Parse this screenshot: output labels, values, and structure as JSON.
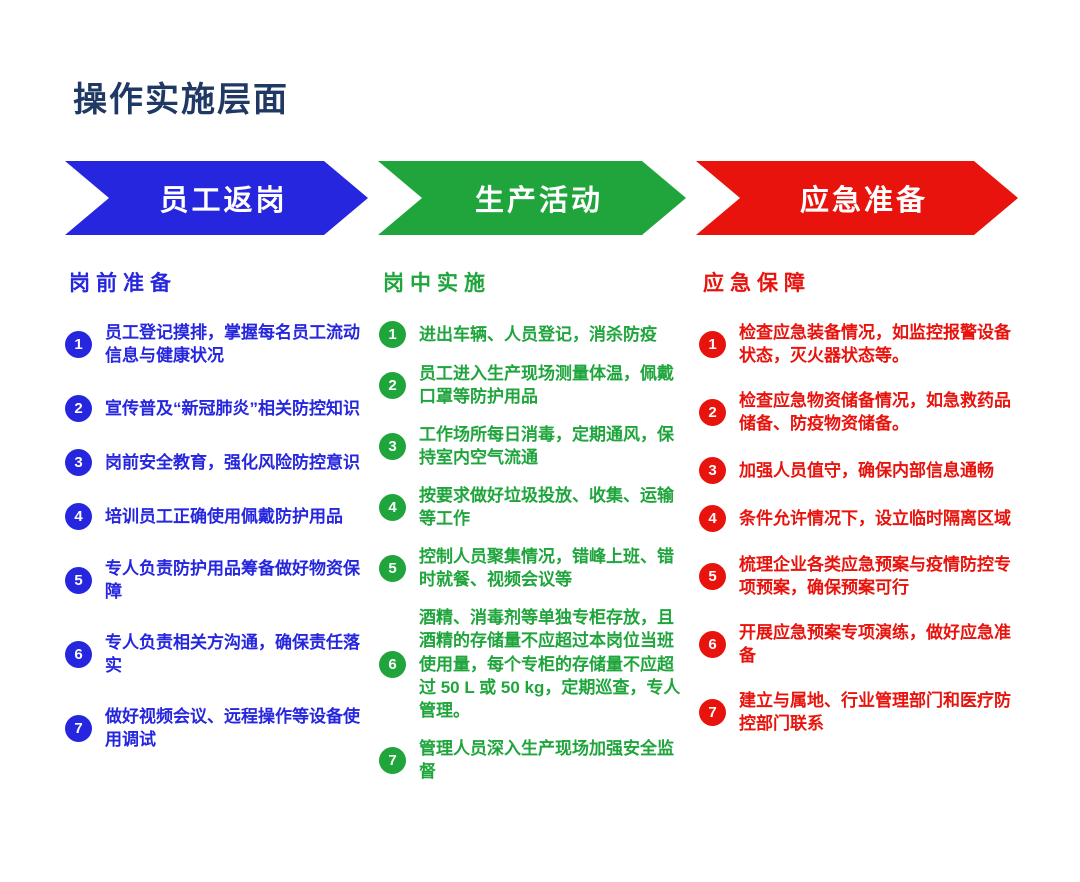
{
  "title": "操作实施层面",
  "colors": {
    "navy": "#1f3864",
    "blue": "#2626df",
    "green": "#1fa53c",
    "red": "#e8130c"
  },
  "arrows": [
    {
      "label": "员工返岗",
      "color": "#2626df"
    },
    {
      "label": "生产活动",
      "color": "#1fa53c"
    },
    {
      "label": "应急准备",
      "color": "#e8130c"
    }
  ],
  "columns": [
    {
      "header": "岗前准备",
      "color": "#2626df",
      "items": [
        {
          "num": "1",
          "text": "员工登记摸排，掌握每名员工流动信息与健康状况"
        },
        {
          "num": "2",
          "text": "宣传普及“新冠肺炎”相关防控知识"
        },
        {
          "num": "3",
          "text": "岗前安全教育，强化风险防控意识"
        },
        {
          "num": "4",
          "text": "培训员工正确使用佩戴防护用品"
        },
        {
          "num": "5",
          "text": "专人负责防护用品筹备做好物资保障"
        },
        {
          "num": "6",
          "text": "专人负责相关方沟通，确保责任落实"
        },
        {
          "num": "7",
          "text": "做好视频会议、远程操作等设备使用调试"
        }
      ]
    },
    {
      "header": "岗中实施",
      "color": "#1fa53c",
      "items": [
        {
          "num": "1",
          "text": "进出车辆、人员登记，消杀防疫"
        },
        {
          "num": "2",
          "text": "员工进入生产现场测量体温，佩戴口罩等防护用品"
        },
        {
          "num": "3",
          "text": "工作场所每日消毒，定期通风，保持室内空气流通"
        },
        {
          "num": "4",
          "text": "按要求做好垃圾投放、收集、运输等工作"
        },
        {
          "num": "5",
          "text": "控制人员聚集情况，错峰上班、错时就餐、视频会议等"
        },
        {
          "num": "6",
          "text": "酒精、消毒剂等单独专柜存放，且酒精的存储量不应超过本岗位当班使用量，每个专柜的存储量不应超过 50 L 或 50 kg，定期巡查，专人管理。"
        },
        {
          "num": "7",
          "text": "管理人员深入生产现场加强安全监督"
        }
      ]
    },
    {
      "header": "应急保障",
      "color": "#e8130c",
      "items": [
        {
          "num": "1",
          "text": "检查应急装备情况，如监控报警设备状态，灭火器状态等。"
        },
        {
          "num": "2",
          "text": "检查应急物资储备情况，如急救药品储备、防疫物资储备。"
        },
        {
          "num": "3",
          "text": "加强人员值守，确保内部信息通畅"
        },
        {
          "num": "4",
          "text": "条件允许情况下，设立临时隔离区域"
        },
        {
          "num": "5",
          "text": "梳理企业各类应急预案与疫情防控专项预案，确保预案可行"
        },
        {
          "num": "6",
          "text": "开展应急预案专项演练，做好应急准备"
        },
        {
          "num": "7",
          "text": "建立与属地、行业管理部门和医疗防控部门联系"
        }
      ]
    }
  ]
}
